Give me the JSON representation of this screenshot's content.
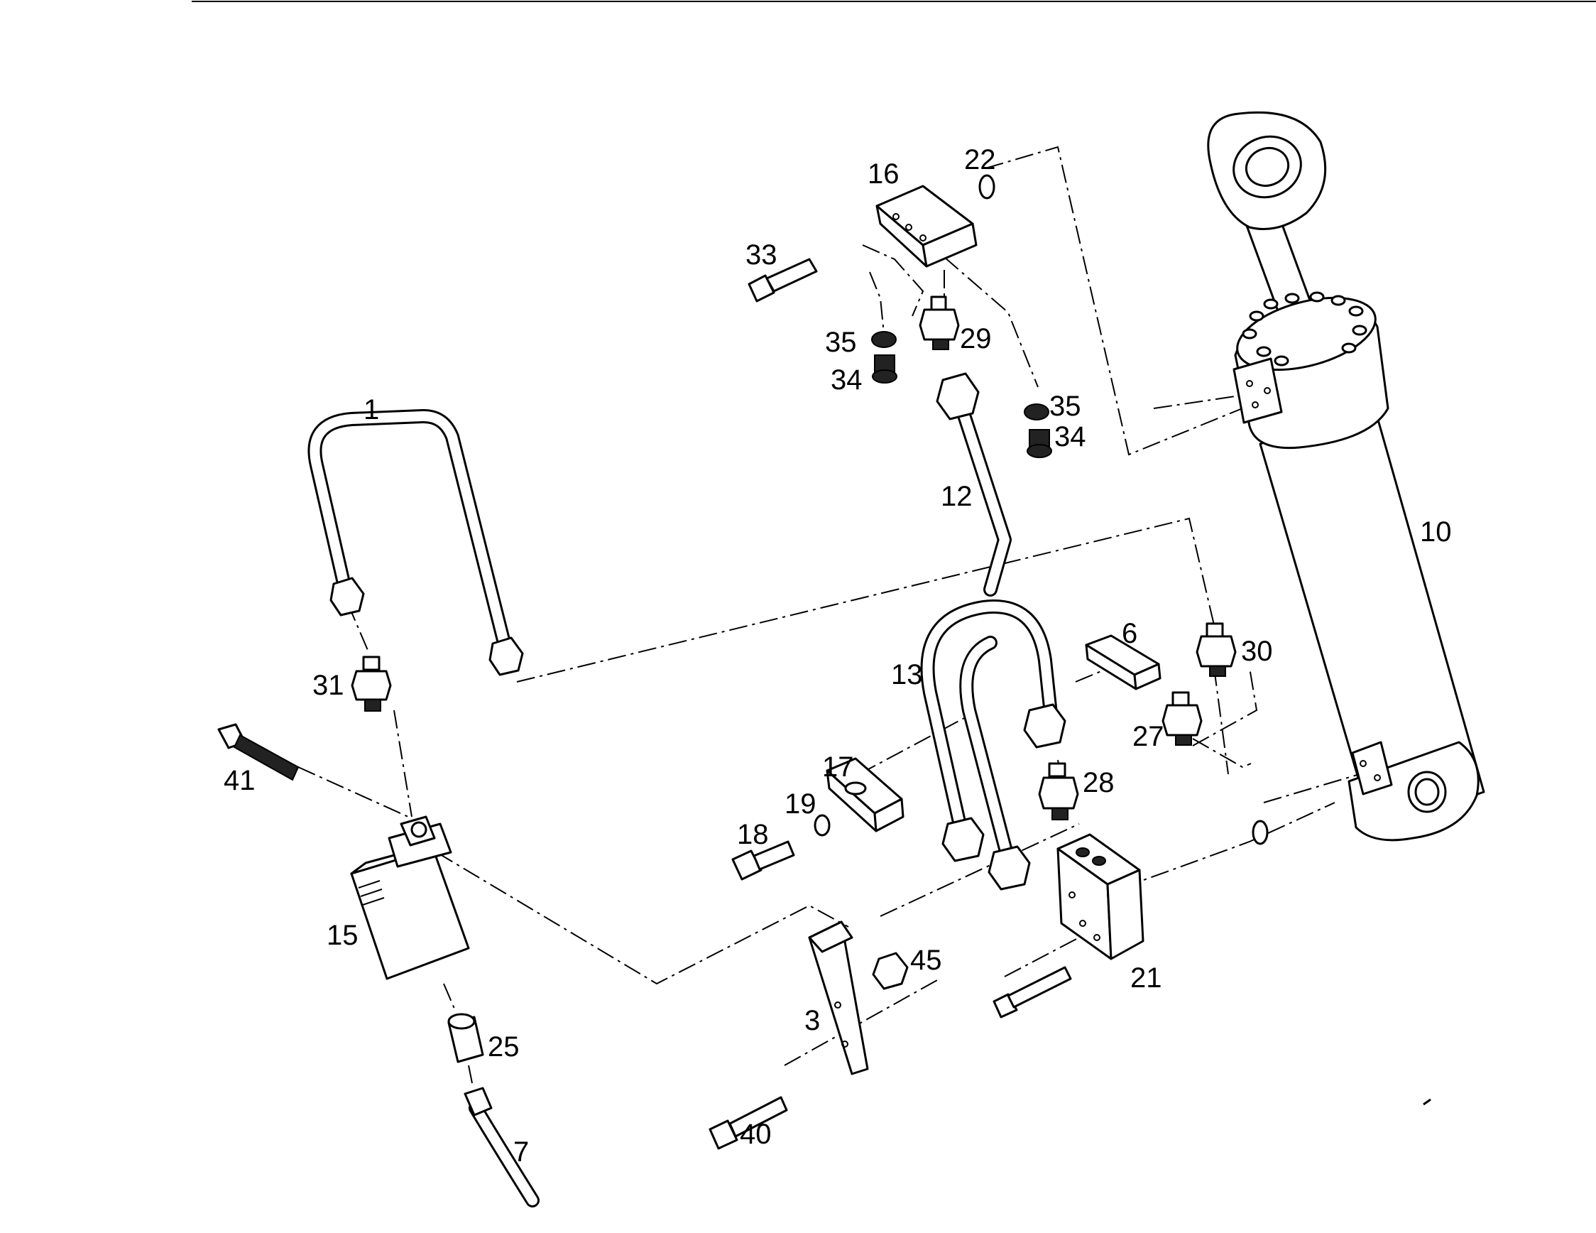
{
  "diagram": {
    "callouts": [
      "1",
      "3",
      "6",
      "7",
      "10",
      "12",
      "13",
      "15",
      "16",
      "17",
      "18",
      "19",
      "21",
      "22",
      "25",
      "27",
      "28",
      "29",
      "30",
      "31",
      "33",
      "34",
      "35",
      "40",
      "41",
      "45"
    ],
    "callout_repeats": {
      "34": 2,
      "35": 2
    }
  },
  "colors": {
    "ink": "#000000",
    "paper": "#ffffff"
  }
}
